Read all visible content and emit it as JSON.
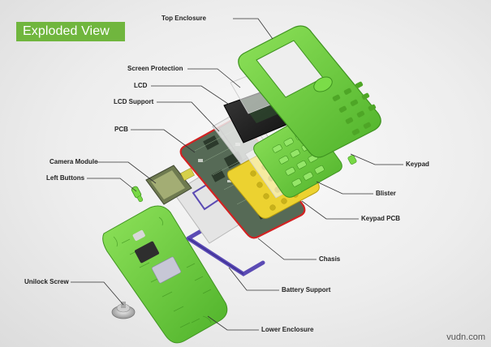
{
  "badge": {
    "text": "Exploded View",
    "color": "#70b63e"
  },
  "labels": {
    "top_enclosure": "Top Enclosure",
    "screen_protection": "Screen Protection",
    "lcd": "LCD",
    "lcd_support": "LCD Support",
    "pcb": "PCB",
    "camera_module": "Camera Module",
    "left_buttons": "Left Buttons",
    "unlock_screw": "Unilock Screw",
    "keypad": "Keypad",
    "blister": "Blister",
    "keypad_pcb": "Keypad PCB",
    "chasis": "Chasis",
    "battery_support": "Battery Support",
    "lower_enclosure": "Lower Enclosure"
  },
  "watermark": "vudn.com",
  "colors": {
    "enclosure": "#6fd13a",
    "enclosure_dark": "#4ea626",
    "pcb_board": "#5a6e58",
    "pcb_trace": "#d22323",
    "keypad_pcb": "#ecd230",
    "battery_support": "#5b4bb4",
    "lcd": "#1e1e1e",
    "leader_line": "#333333"
  }
}
